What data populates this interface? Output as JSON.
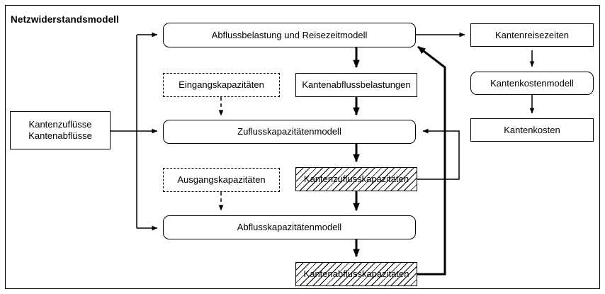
{
  "diagram": {
    "title": "Netzwiderstandsmodell",
    "frame_label": "outer-boundary",
    "colors": {
      "stroke": "#000000",
      "background": "#ffffff",
      "hatch": "#000000"
    },
    "nodes": {
      "input_flows": "Kantenzuflüsse\nKantenabflüsse",
      "input_flows_line1": "Kantenzuflüsse",
      "input_flows_line2": "Kantenabflüsse",
      "load_traveltime_model": "Abflussbelastung und Reisezeitmodell",
      "entry_capacities": "Eingangskapazitäten",
      "edge_outflow_loads": "Kantenabflussbelastungen",
      "inflow_capacity_model": "Zuflusskapazitätenmodell",
      "exit_capacities": "Ausgangskapazitäten",
      "edge_inflow_capacities": "Kantenzuflusskapazitäten",
      "outflow_capacity_model": "Abflusskapazitätenmodell",
      "edge_outflow_capacities": "Kantenabflusskapazitäten",
      "edge_travel_times": "Kantenreisezeiten",
      "edge_cost_model": "Kantenkostenmodell",
      "edge_costs": "Kantenkosten"
    },
    "edges": [
      {
        "from": "input_flows",
        "to": "load_traveltime_model",
        "style": "solid"
      },
      {
        "from": "input_flows",
        "to": "inflow_capacity_model",
        "style": "solid"
      },
      {
        "from": "input_flows",
        "to": "outflow_capacity_model",
        "style": "solid"
      },
      {
        "from": "load_traveltime_model",
        "to": "edge_outflow_loads",
        "style": "solid"
      },
      {
        "from": "load_traveltime_model",
        "to": "edge_travel_times",
        "style": "solid"
      },
      {
        "from": "entry_capacities",
        "to": "inflow_capacity_model",
        "style": "dashed"
      },
      {
        "from": "edge_outflow_loads",
        "to": "inflow_capacity_model",
        "style": "solid"
      },
      {
        "from": "inflow_capacity_model",
        "to": "edge_inflow_capacities",
        "style": "solid"
      },
      {
        "from": "exit_capacities",
        "to": "outflow_capacity_model",
        "style": "dashed"
      },
      {
        "from": "edge_inflow_capacities",
        "to": "outflow_capacity_model",
        "style": "solid"
      },
      {
        "from": "outflow_capacity_model",
        "to": "edge_outflow_capacities",
        "style": "solid"
      },
      {
        "from": "edge_outflow_capacities",
        "to": "load_traveltime_model",
        "style": "solid-thick-feedback"
      },
      {
        "from": "edge_inflow_capacities",
        "to": "inflow_capacity_model",
        "style": "solid-feedback"
      },
      {
        "from": "edge_travel_times",
        "to": "edge_cost_model",
        "style": "solid"
      },
      {
        "from": "edge_cost_model",
        "to": "edge_costs",
        "style": "solid"
      }
    ]
  }
}
